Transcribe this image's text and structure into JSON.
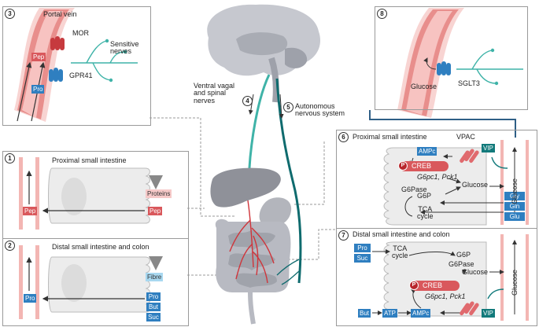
{
  "panels": {
    "p3": {
      "num": "3",
      "title": "Portal vein",
      "mor": "MOR",
      "gpr41": "GPR41",
      "sensitive_nerves": "Sensitive\nnerves",
      "pep": "Pep",
      "pro": "Pro"
    },
    "p8": {
      "num": "8",
      "glucose": "Glucose",
      "sglt3": "SGLT3"
    },
    "p1": {
      "num": "1",
      "title": "Proximal small intestine",
      "proteins": "Proteins",
      "pep_in": "Pep",
      "pep_blood": "Pep"
    },
    "p2": {
      "num": "2",
      "title": "Distal small intestine and colon",
      "fibre": "Fibre",
      "pro_blood": "Pro",
      "items": [
        "Pro",
        "But",
        "Suc"
      ]
    },
    "p6": {
      "num": "6",
      "title": "Proximal small intestine",
      "vpac": "VPAC",
      "vip": "VIP",
      "ampc": "AMPc",
      "p": "P",
      "creb": "CREB",
      "genes": "G6pc1, Pck1",
      "g6pase": "G6Pase",
      "g6p": "G6P",
      "glucose": "Glucose",
      "glucose_vertical": "Glucose",
      "tca": "TCA\ncycle",
      "amino": [
        "Gly",
        "Gln",
        "Glu"
      ]
    },
    "p7": {
      "num": "7",
      "title": "Distal small intestine and colon",
      "pro": "Pro",
      "suc": "Suc",
      "tca": "TCA\ncycle",
      "g6p": "G6P",
      "g6pase": "G6Pase",
      "glucose": "Glucose",
      "glucose_vertical": "Glucose",
      "p": "P",
      "creb": "CREB",
      "genes": "G6pc1, Pck1",
      "but": "But",
      "atp": "ATP",
      "ampc": "AMPc",
      "vip": "VIP"
    }
  },
  "center": {
    "num4": "4",
    "vagal": "Ventral vagal\nand spinal\nnerves",
    "num5": "5",
    "autonomous": "Autonomous\nnervous system"
  },
  "colors": {
    "blue": "#2f7fc0",
    "red": "#d9585c",
    "teal": "#127a7b",
    "vessel": "#f3b6b3",
    "cell": "#eeeeee",
    "brain": "#b9bcc3",
    "liver": "#8f9199",
    "nerve_light": "#3fb3a8",
    "nerve_dark": "#0f6b6e"
  }
}
